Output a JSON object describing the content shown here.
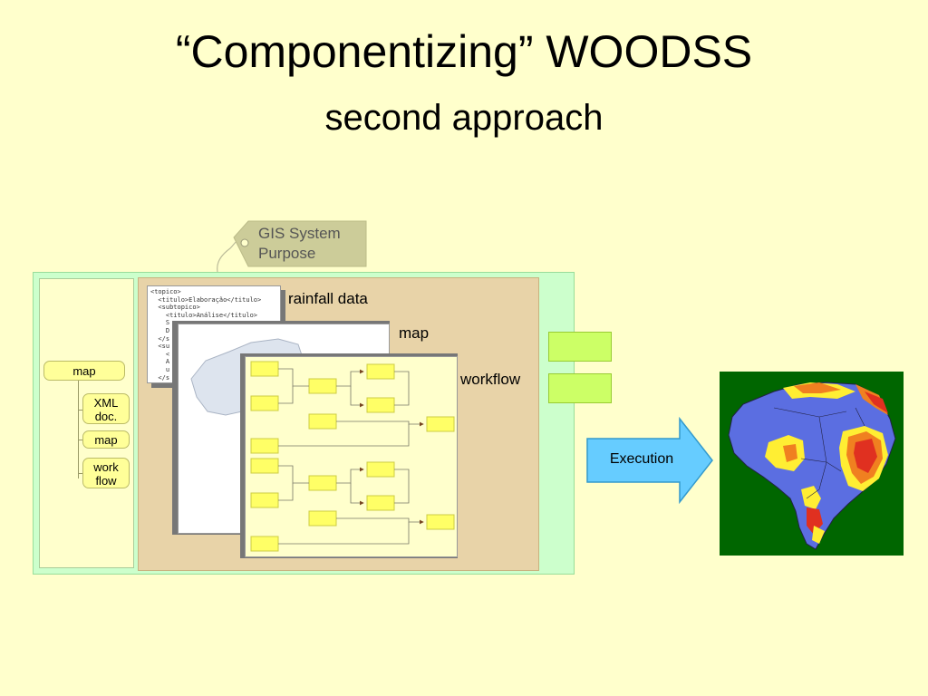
{
  "slide": {
    "title": "“Componentizing” WOODSS",
    "subtitle": "second approach"
  },
  "tag": {
    "line1": "GIS System",
    "line2": "Purpose"
  },
  "tree": {
    "root": "map",
    "children": [
      {
        "line1": "XML",
        "line2": "doc."
      },
      {
        "line1": "map",
        "line2": ""
      },
      {
        "line1": "work",
        "line2": "flow"
      }
    ]
  },
  "layers": {
    "rainfall": "rainfall data",
    "map": "map",
    "workflow": "workflow"
  },
  "xml_snippet": "<topico>\n  <titulo>Elaboração</titulo>\n  <subtopico>\n    <titulo>Análise</titulo>\n    S\n    D\n  </s\n  <su\n    <\n    A\n    u\n  </s",
  "execution": {
    "label": "Execution"
  },
  "colors": {
    "background": "#ffffcc",
    "panel_green": "#ccffcc",
    "panel_tan": "#e8d3a8",
    "node_yellow": "#ffff99",
    "arrow_blue": "#66ccff",
    "map_blue": "#5b6ee1",
    "map_red": "#e03020",
    "map_orange": "#f08020",
    "map_yellow": "#ffee33",
    "map_green_bg": "#006600"
  }
}
